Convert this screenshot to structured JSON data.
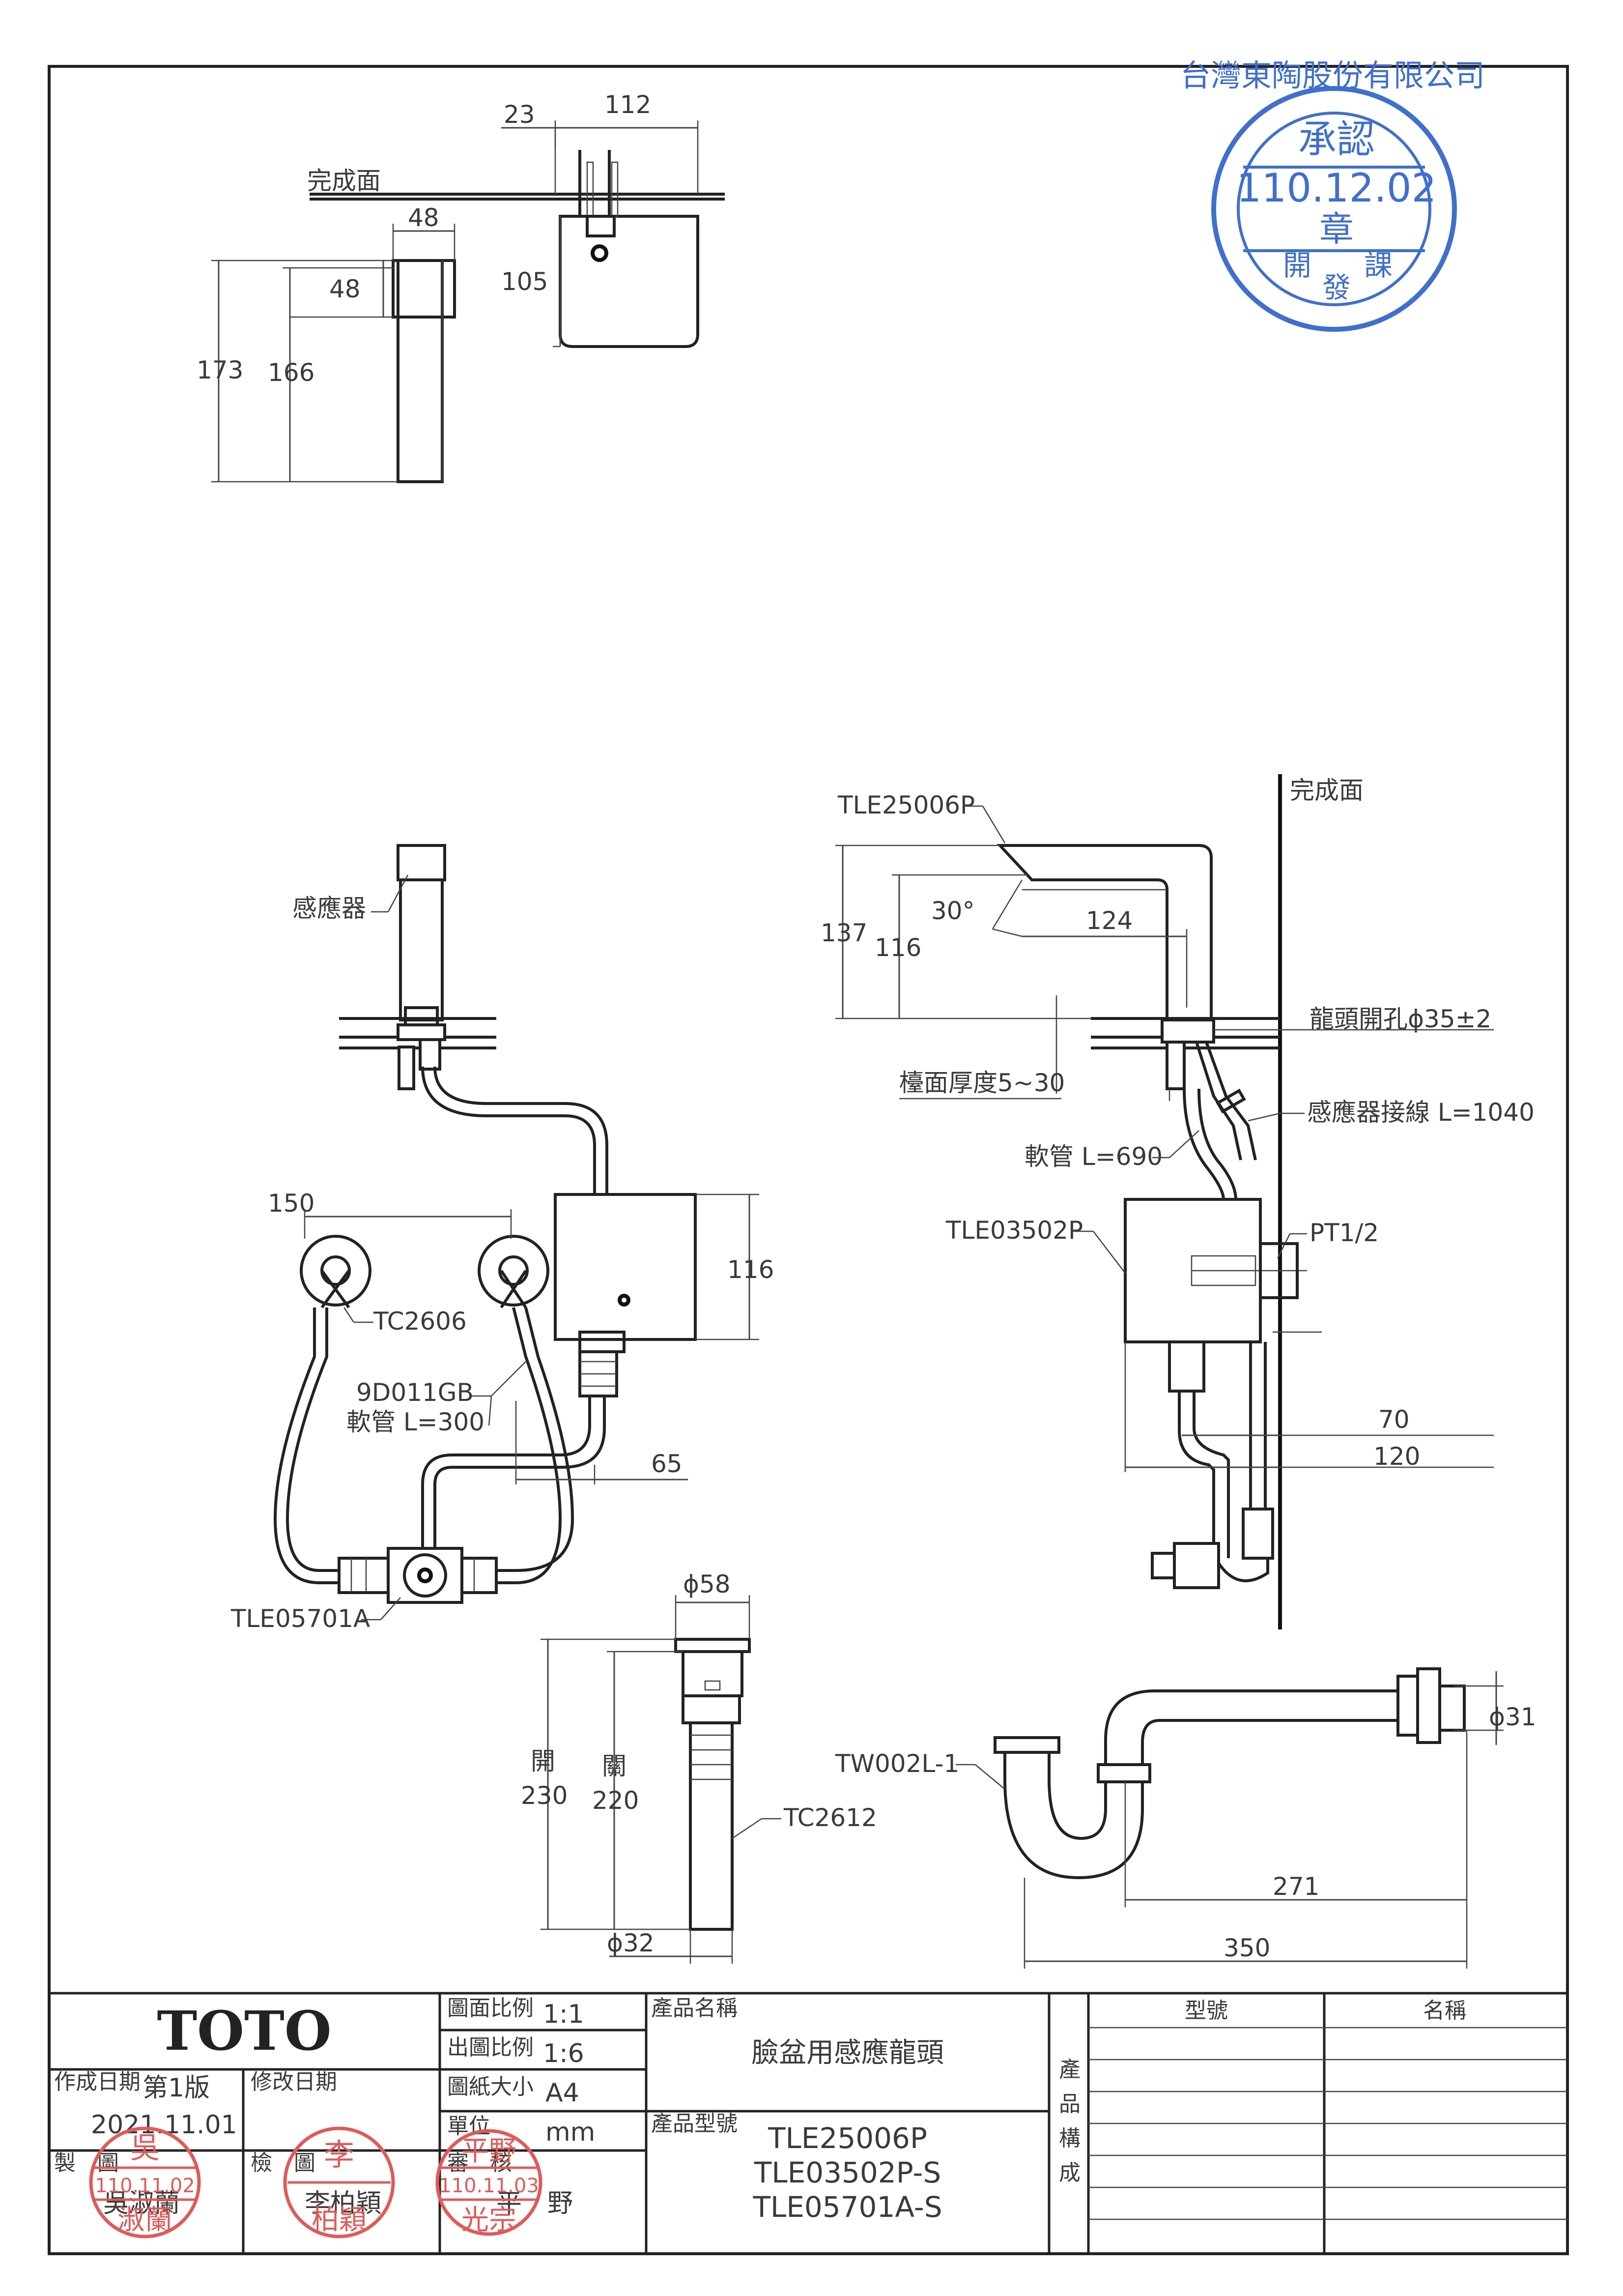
{
  "drawing": {
    "top_view": {
      "finish_surface": "完成面",
      "dims": {
        "w48_top": "48",
        "w48_side": "48",
        "h173": "173",
        "h166": "166",
        "w23": "23",
        "w112": "112",
        "h105": "105"
      }
    },
    "install_view": {
      "labels": {
        "sensor": "感應器",
        "tc2606": "TC2606",
        "hose_part": "9D011GB",
        "hose_len": "軟管 L=300",
        "tle05701a": "TLE05701A"
      },
      "dims": {
        "w150": "150",
        "h116": "116",
        "w65": "65"
      }
    },
    "side_view": {
      "finish_surface": "完成面",
      "labels": {
        "tle25006p": "TLE25006P",
        "tap_hole": "龍頭開孔ϕ35±2",
        "counter": "檯面厚度5~30",
        "sensor_wire": "感應器接線 L=1040",
        "hose": "軟管 L=690",
        "tle03502p": "TLE03502P",
        "pt": "PT1/2"
      },
      "dims": {
        "angle": "30°",
        "h137": "137",
        "h116": "116",
        "w124": "124",
        "w70": "70",
        "w120": "120"
      }
    },
    "drain_view": {
      "labels": {
        "tc2612": "TC2612",
        "open": "開",
        "close": "關"
      },
      "dims": {
        "d58": "ϕ58",
        "h230": "230",
        "h220": "220",
        "d32": "ϕ32"
      }
    },
    "trap_view": {
      "labels": {
        "tw002l": "TW002L-1"
      },
      "dims": {
        "d31": "ϕ31",
        "w271": "271",
        "w350": "350"
      }
    }
  },
  "title_block": {
    "brand": "TOTO",
    "scale_label": "圖面比例",
    "scale_value": "1:1",
    "print_scale_label": "出圖比例",
    "print_scale_value": "1:6",
    "paper_label": "圖紙大小",
    "paper_value": "A4",
    "unit_label": "單位",
    "unit_value": "mm",
    "created_label": "作成日期",
    "version": "第1版",
    "created_date": "2021.11.01",
    "revised_label": "修改日期",
    "drawn_label": "製　圖",
    "drawn_by": "吳淑蘭",
    "checked_label": "檢　圖",
    "checked_by": "李柏穎",
    "approved_label": "審　核",
    "approved_by": "平　野",
    "product_name_label": "產品名稱",
    "product_name": "臉盆用感應龍頭",
    "product_model_label": "產品型號",
    "models": [
      "TLE25006P",
      "TLE03502P-S",
      "TLE05701A-S"
    ],
    "composition_label": [
      "產",
      "品",
      "構",
      "成"
    ],
    "col_model": "型號",
    "col_name": "名稱"
  },
  "stamps": {
    "approval": {
      "company": "台灣東陶股份有限公司",
      "title": "承認",
      "date": "110.12.02",
      "seal": "章",
      "dept": [
        "開",
        "發",
        "課"
      ]
    },
    "drawn_seal": {
      "top": "吳",
      "date": "110.11.02",
      "bottom": "淑蘭"
    },
    "checked_seal": {
      "top": "李",
      "bottom": "柏穎"
    },
    "approved_seal": {
      "top": "平野",
      "date": "110.11.03",
      "bottom": "光宗"
    }
  }
}
